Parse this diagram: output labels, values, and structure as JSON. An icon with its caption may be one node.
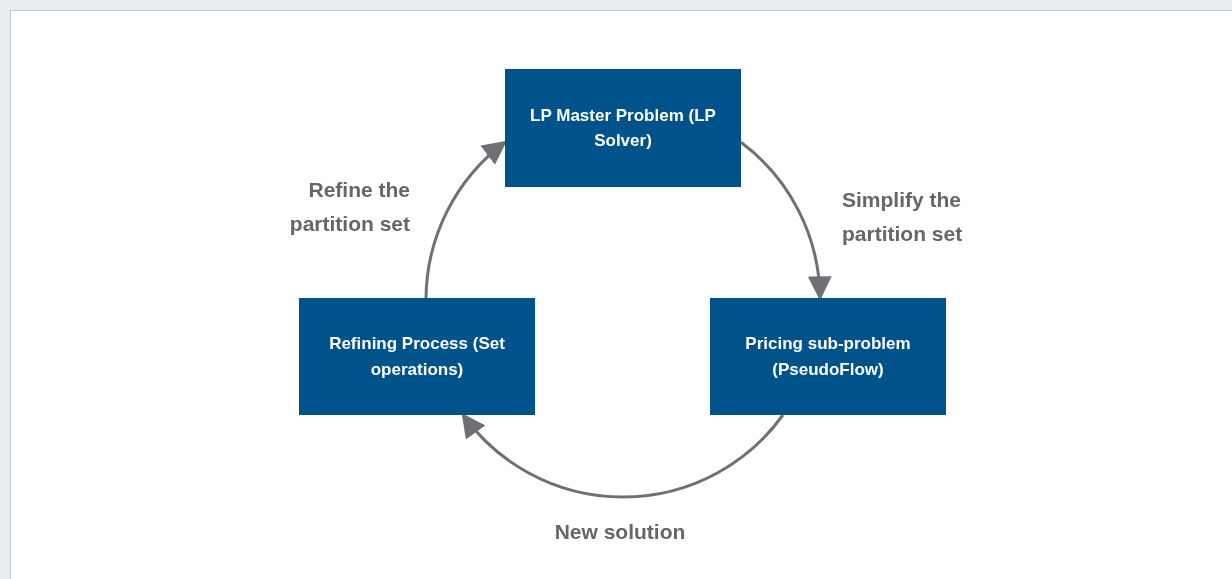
{
  "diagram": {
    "nodes": [
      {
        "text": [
          "LP Master Problem (LP Solver)"
        ]
      },
      {
        "text": [
          "Pricing sub-problem (PseudoFlow)"
        ]
      },
      {
        "text": [
          "Refining Process (Set operations)"
        ]
      }
    ],
    "edges": [
      {
        "from": 0,
        "to": 1,
        "arrow": "to",
        "label": "Simplify the partition set"
      },
      {
        "from": 1,
        "to": 2,
        "arrow": "to",
        "label": "New solution"
      },
      {
        "from": 2,
        "to": 0,
        "arrow": "to",
        "label": "Refine the partition set"
      }
    ]
  }
}
